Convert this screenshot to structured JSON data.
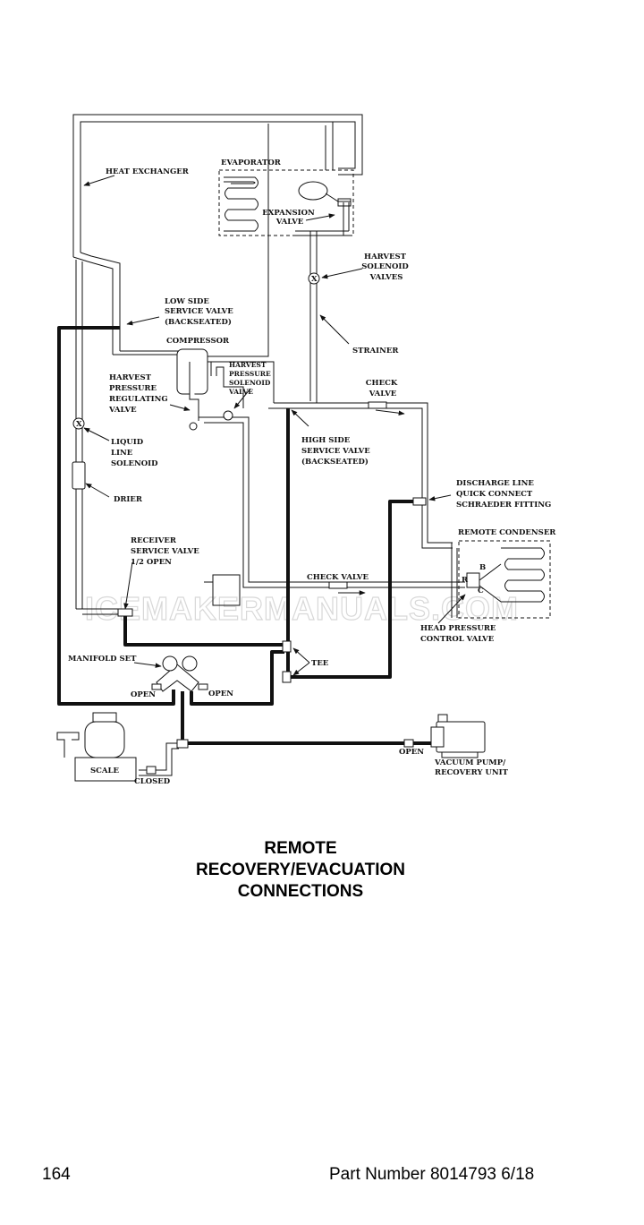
{
  "diagram": {
    "labels": {
      "heat_exchanger": "HEAT EXCHANGER",
      "evaporator": "EVAPORATOR",
      "expansion_valve": [
        "EXPANSION",
        "VALVE"
      ],
      "harvest_solenoid_valves": [
        "HARVEST",
        "SOLENOID",
        "VALVES"
      ],
      "low_side_service_valve": [
        "LOW SIDE",
        "SERVICE VALVE",
        "(BACKSEATED)"
      ],
      "compressor": "COMPRESSOR",
      "harvest_pressure_regulating_valve": [
        "HARVEST",
        "PRESSURE",
        "REGULATING",
        "VALVE"
      ],
      "harvest_pressure_solenoid_valve": [
        "HARVEST",
        "PRESSURE",
        "SOLENOID",
        "VALVE"
      ],
      "strainer": "STRAINER",
      "check_valve_top": [
        "CHECK",
        "VALVE"
      ],
      "liquid_line_solenoid": [
        "LIQUID",
        "LINE",
        "SOLENOID"
      ],
      "high_side_service_valve": [
        "HIGH SIDE",
        "SERVICE VALVE",
        "(BACKSEATED)"
      ],
      "drier": "DRIER",
      "discharge_line_fitting": [
        "DISCHARGE LINE",
        "QUICK CONNECT",
        "SCHRAEDER FITTING"
      ],
      "remote_condenser": "REMOTE CONDENSER",
      "receiver_service_valve": [
        "RECEIVER",
        "SERVICE VALVE",
        "1/2 OPEN"
      ],
      "check_valve_lower": "CHECK VALVE",
      "valve_port_b": "B",
      "valve_port_r": "R",
      "valve_port_c": "C",
      "head_pressure_control_valve": [
        "HEAD PRESSURE",
        "CONTROL VALVE"
      ],
      "manifold_set": "MANIFOLD SET",
      "tee": "TEE",
      "open_left": "OPEN",
      "open_right": "OPEN",
      "open_pump": "OPEN",
      "scale": "SCALE",
      "closed": "CLOSED",
      "vacuum_pump": [
        "VACUUM PUMP/",
        "RECOVERY UNIT"
      ],
      "gauge_marker": "X"
    },
    "watermark": "ICEMAKERMANUALS.COM"
  },
  "title": [
    "REMOTE",
    "RECOVERY/EVACUATION",
    "CONNECTIONS"
  ],
  "footer": {
    "page_number": "164",
    "part_number": "Part Number 8014793 6/18"
  }
}
